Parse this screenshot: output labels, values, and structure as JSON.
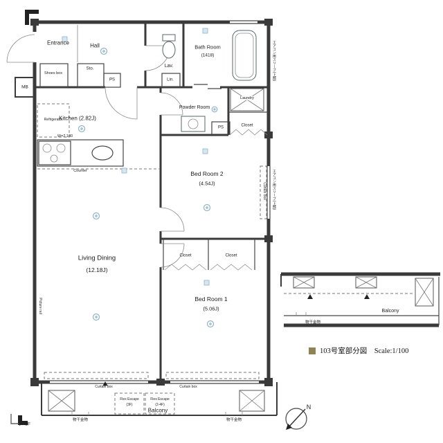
{
  "legend": {
    "swatch_color": "#8f8355",
    "text": "103号室部分図　Scale:1/100"
  },
  "compass": {
    "label": "N"
  },
  "floor_indicator": "3F",
  "rooms": {
    "entrance": {
      "label": "Entrance"
    },
    "hall": {
      "label": "Hall"
    },
    "shoes_box": {
      "label": "Shoes box"
    },
    "storage": {
      "label": "Sto."
    },
    "lavatory": {
      "label": "Lav."
    },
    "bath": {
      "label": "Bath Room",
      "size": "(1418)"
    },
    "powder": {
      "label": "Powder Room"
    },
    "laundry": {
      "label": "Laundry"
    },
    "kitchen": {
      "label": "Kitchen (2.82J)"
    },
    "bed2": {
      "label": "Bed Room 2",
      "size": "(4.54J)"
    },
    "living": {
      "label": "Living Dining",
      "size": "(12.18J)"
    },
    "bed1": {
      "label": "Bed Room 1",
      "size": "(5.06J)"
    },
    "balcony": {
      "label": "Balcony"
    }
  },
  "labels": {
    "closet": "Closet",
    "mb": "MB",
    "refrigerator": "Refrigerator",
    "counter": "Counter",
    "counter_width": "W=2,180",
    "ps": "PS",
    "linen": "Lin.",
    "curtain_box": "Curtain box",
    "flex_escape": "Flex Escape",
    "flex_escape_floor_a": "(3F)",
    "flex_escape_floor_b": "(2-4F)",
    "laundry_hook": "物干金物",
    "picture_rail": "Picture rail",
    "ac_sleeve_note": "エアコン用スリーブ(上部)"
  },
  "colors": {
    "wall": "#3a3a3a",
    "line": "#666666",
    "fixture": "#8fb3c6",
    "legend_swatch": "#8f8355"
  }
}
